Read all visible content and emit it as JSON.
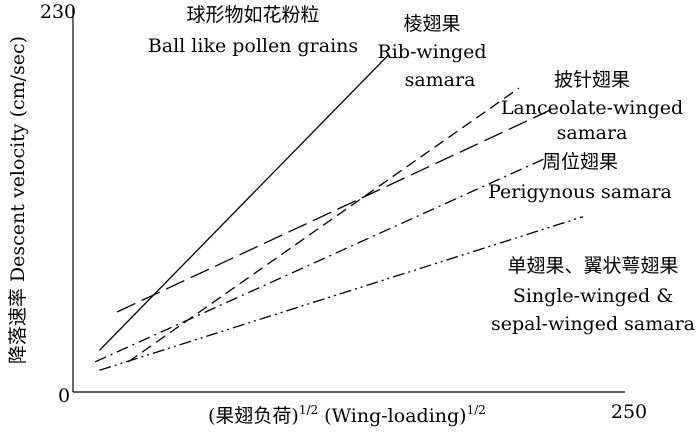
{
  "chart_data": {
    "type": "line",
    "title": "",
    "xlabel": "(果翅负荷)",
    "xlabel_sup1": "1/2",
    "xlabel_mid": " (Wing-loading)",
    "xlabel_sup2": "1/2",
    "ylabel": "降落速率 Descent velocity (cm/sec)",
    "xlim": [
      0,
      250
    ],
    "ylim": [
      0,
      230
    ],
    "x_ticks": [
      "0",
      "250"
    ],
    "y_ticks": [
      "0",
      "230"
    ],
    "grid": false,
    "legend": "none",
    "series": [
      {
        "name": "球形物如花粉粒",
        "name_en": "Ball like pollen grains",
        "style": "solid",
        "x": [
          12,
          143
        ],
        "y": [
          25,
          202
        ]
      },
      {
        "name": "棱翅果",
        "name_en": "Rib-winged",
        "name_en2": "samara",
        "style": "dashed",
        "x": [
          25,
          202
        ],
        "y": [
          18,
          182
        ]
      },
      {
        "name": "披针翅果",
        "name_en": "Lanceolate-winged",
        "name_en2": "samara",
        "style": "longdash",
        "x": [
          20,
          218
        ],
        "y": [
          48,
          170
        ]
      },
      {
        "name": "周位翅果",
        "name_en": "Perigynous samara",
        "style": "dashdot",
        "x": [
          10,
          214
        ],
        "y": [
          18,
          140
        ]
      },
      {
        "name": "单翅果、翼状萼翅果",
        "name_en": "Single-winged &",
        "name_en2": "sepal-winged samara",
        "style": "dashdotdot",
        "x": [
          12,
          231
        ],
        "y": [
          13,
          105
        ]
      }
    ]
  }
}
